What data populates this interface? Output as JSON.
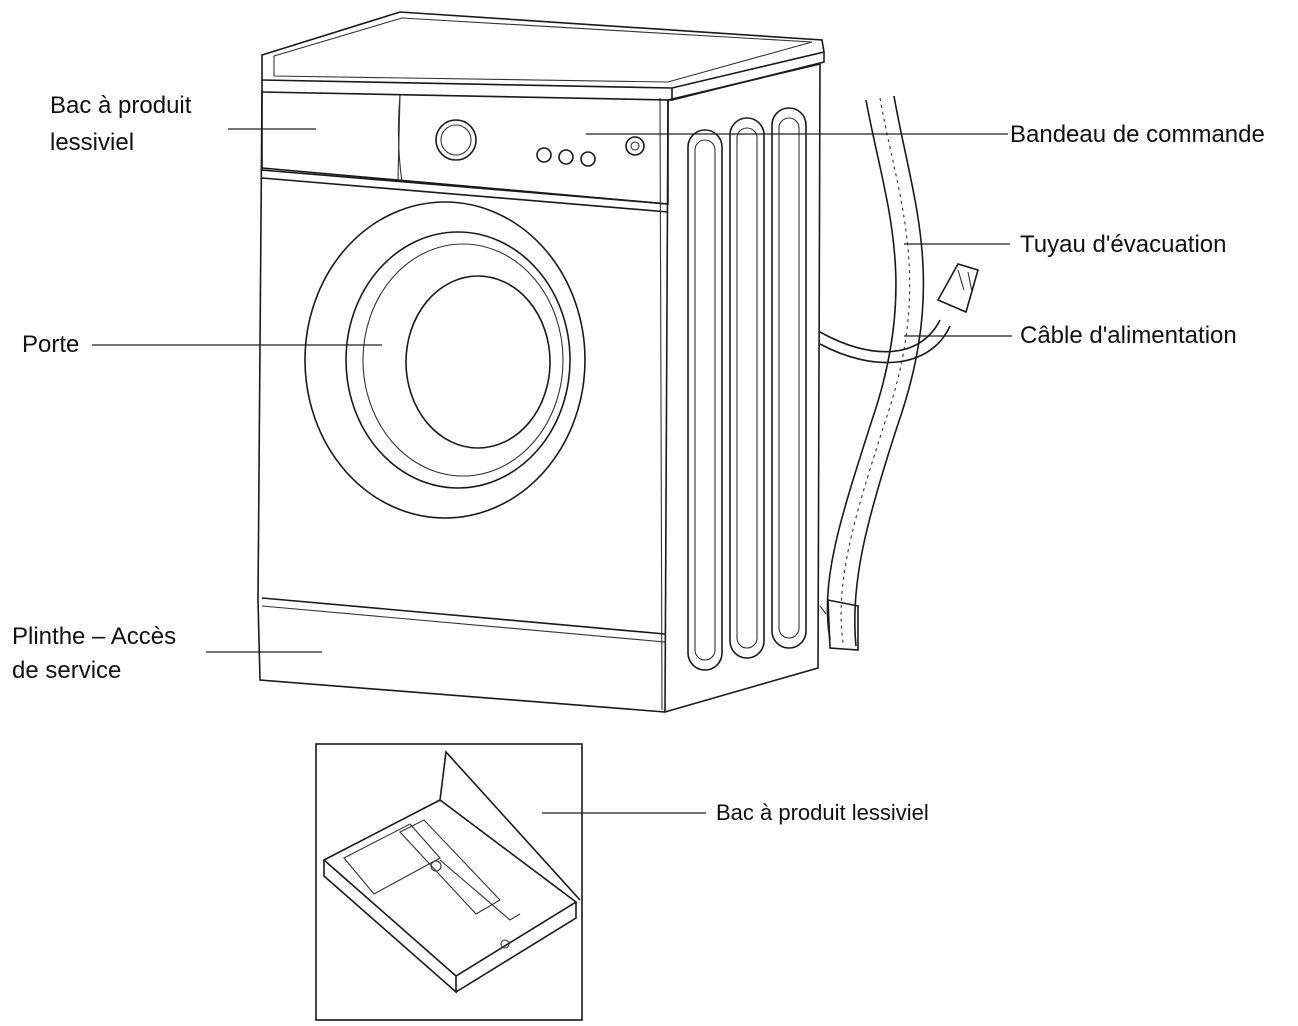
{
  "labels": {
    "bac_produit_top_line1": "Bac à produit",
    "bac_produit_top_line2": "lessiviel",
    "bandeau": "Bandeau de commande",
    "tuyau": "Tuyau d'évacuation",
    "cable": "Câble d'alimentation",
    "porte": "Porte",
    "plinthe_line1": "Plinthe – Accès",
    "plinthe_line2": "de service",
    "bac_produit_detail": "Bac à produit lessiviel"
  },
  "colors": {
    "line": "#1a1a1a",
    "text": "#111111",
    "background": "#ffffff"
  }
}
